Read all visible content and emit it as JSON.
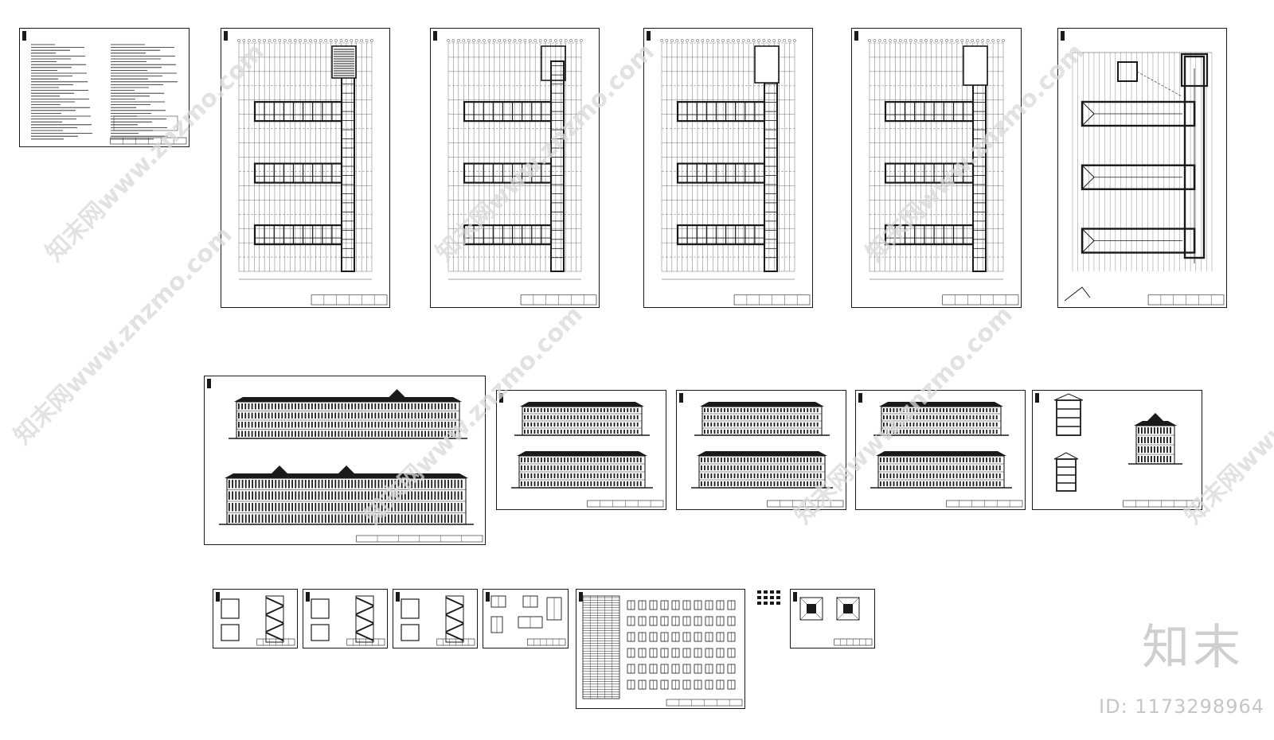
{
  "branding": {
    "logo_text": "知末",
    "id_label": "ID: 1173298964",
    "watermark_text": "知末网www.znzmo.com"
  },
  "colors": {
    "line": "#1a1a1a",
    "watermark": "#d9d9d9",
    "brand_text": "#cfcfcf"
  },
  "sheets": [
    {
      "id": "notes",
      "kind": "notes"
    },
    {
      "id": "plan-1",
      "kind": "plan"
    },
    {
      "id": "plan-2",
      "kind": "plan"
    },
    {
      "id": "plan-3",
      "kind": "plan"
    },
    {
      "id": "plan-4",
      "kind": "plan"
    },
    {
      "id": "roof-plan",
      "kind": "roof"
    },
    {
      "id": "elevations-main",
      "kind": "elevation-large"
    },
    {
      "id": "elevations-a",
      "kind": "elevation"
    },
    {
      "id": "elevations-b",
      "kind": "elevation"
    },
    {
      "id": "elevations-c",
      "kind": "elevation"
    },
    {
      "id": "sections",
      "kind": "section"
    },
    {
      "id": "stair-1",
      "kind": "stair"
    },
    {
      "id": "stair-2",
      "kind": "stair"
    },
    {
      "id": "stair-3",
      "kind": "stair"
    },
    {
      "id": "detail-1",
      "kind": "detail"
    },
    {
      "id": "door-window-schedule",
      "kind": "schedule"
    },
    {
      "id": "legend-small",
      "kind": "small"
    },
    {
      "id": "detail-2",
      "kind": "detail2"
    }
  ]
}
